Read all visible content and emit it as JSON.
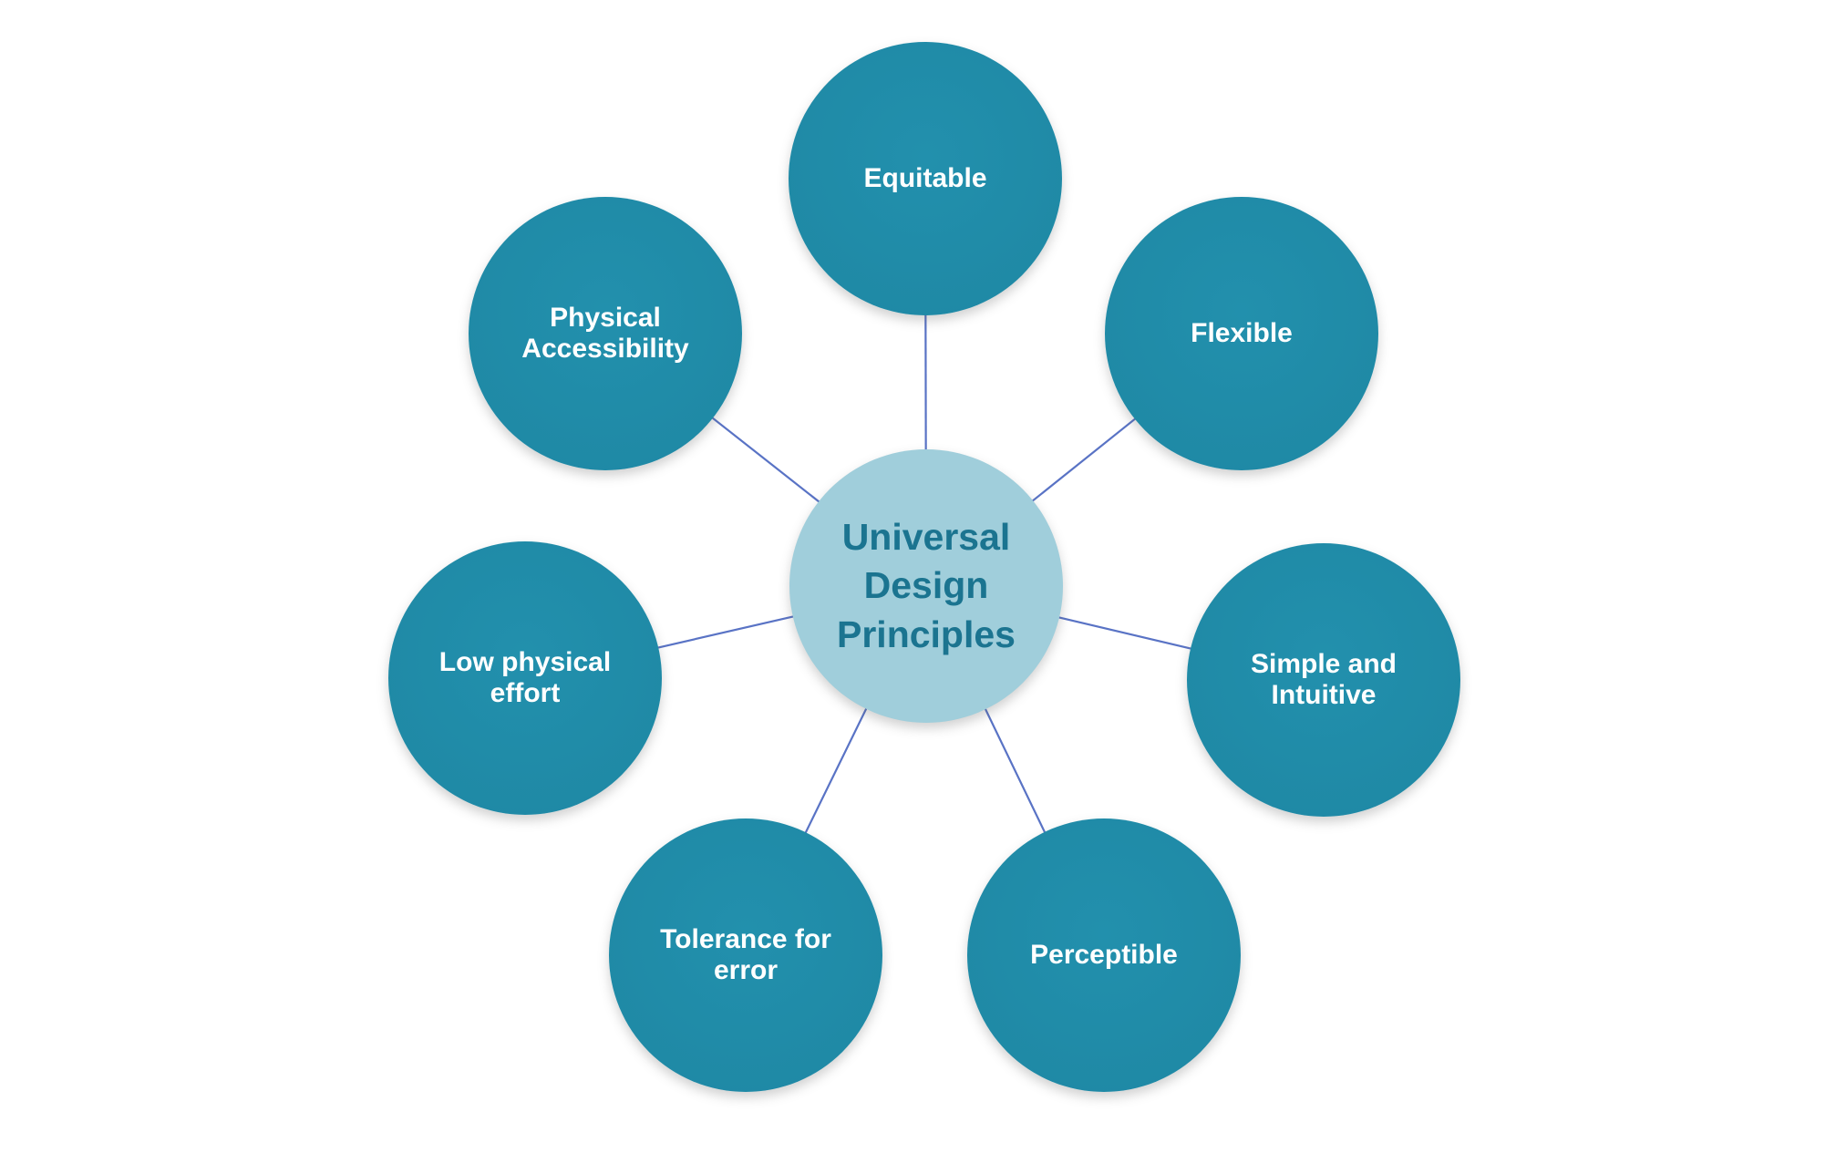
{
  "diagram": {
    "type": "radial-spoke",
    "center": {
      "label": "Universal Design Principles"
    },
    "nodes": [
      {
        "id": "equitable",
        "label": "Equitable"
      },
      {
        "id": "flexible",
        "label": "Flexible"
      },
      {
        "id": "simple-and-intuitive",
        "label": "Simple and Intuitive"
      },
      {
        "id": "perceptible",
        "label": "Perceptible"
      },
      {
        "id": "tolerance-for-error",
        "label": "Tolerance for error"
      },
      {
        "id": "low-physical-effort",
        "label": "Low physical effort"
      },
      {
        "id": "physical-accessibility",
        "label": "Physical Accessibility"
      }
    ],
    "colors": {
      "background": "#FFFFFF",
      "satellite_fill": "#1F8AA6",
      "satellite_text": "#FFFFFF",
      "center_fill": "#A0CEDB",
      "center_text": "#1B7490",
      "connector": "#5973C5"
    }
  }
}
